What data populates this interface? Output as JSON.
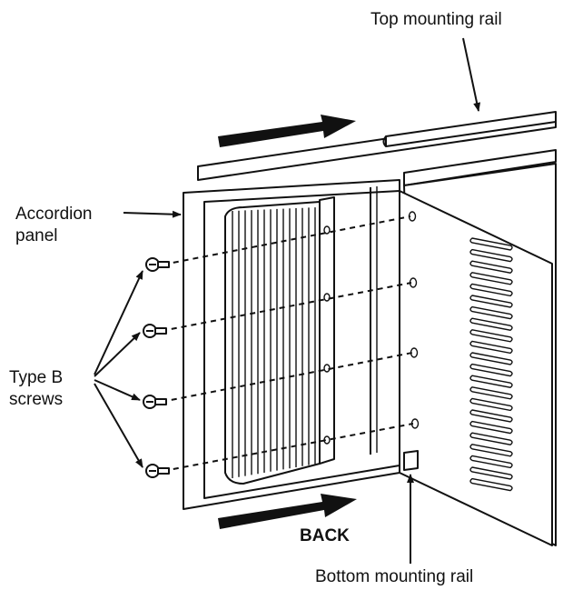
{
  "labels": {
    "top_rail": "Top mounting rail",
    "accordion_panel_line1": "Accordion",
    "accordion_panel_line2": "panel",
    "type_b_line1": "Type B",
    "type_b_line2": "screws",
    "back": "BACK",
    "bottom_rail": "Bottom mounting rail"
  },
  "colors": {
    "ink": "#111111",
    "paper": "#ffffff"
  }
}
